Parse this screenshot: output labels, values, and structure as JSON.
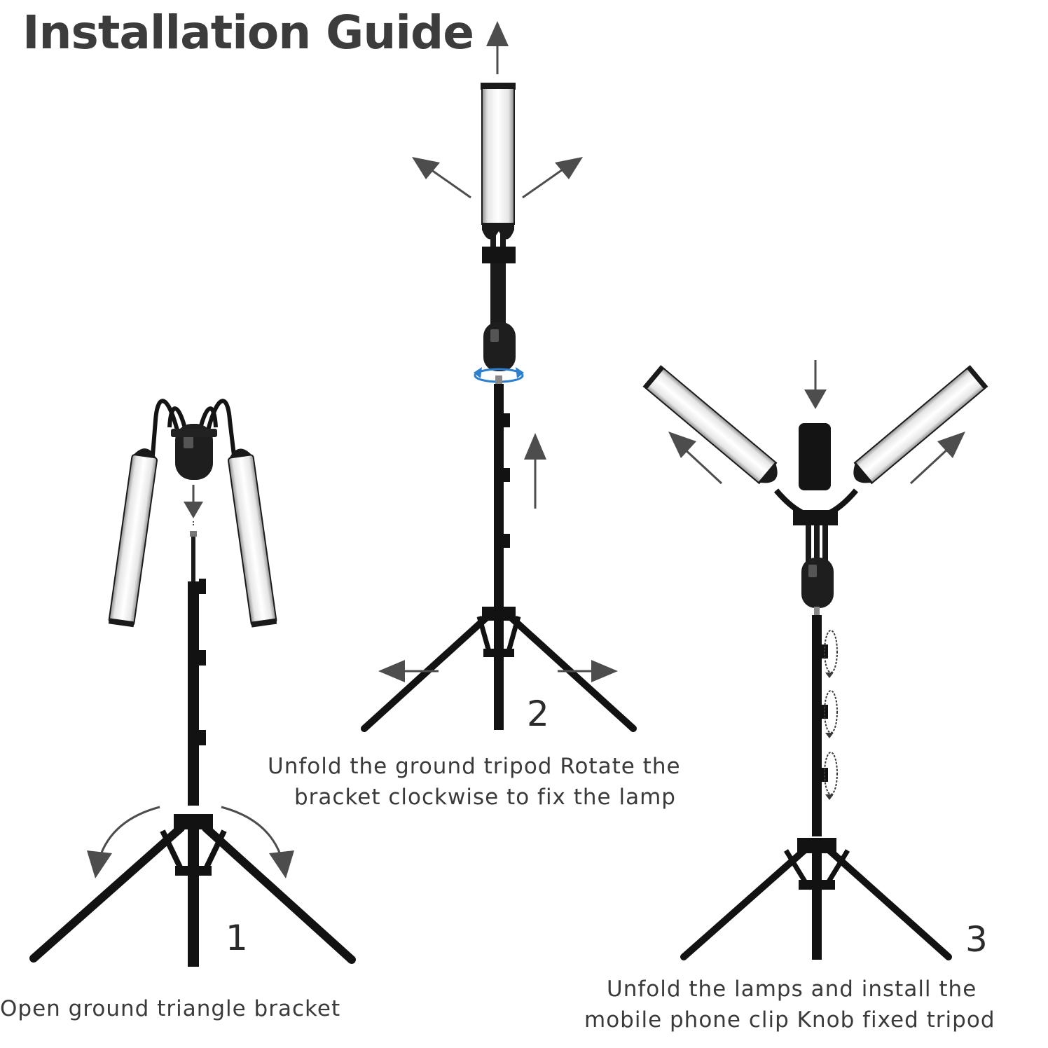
{
  "title": "Installation Guide",
  "steps": [
    {
      "number": "1",
      "caption_lines": [
        "Open ground triangle bracket"
      ]
    },
    {
      "number": "2",
      "caption_lines": [
        "Unfold the ground tripod Rotate the",
        "bracket clockwise to fix the lamp"
      ]
    },
    {
      "number": "3",
      "caption_lines": [
        "Unfold the lamps and install the",
        "mobile phone clip  Knob fixed tripod"
      ]
    }
  ],
  "colors": {
    "text": "#3a3a3a",
    "stand": "#141414",
    "arrow": "#4d4d4d",
    "tube": "#e9e9e9",
    "rotate": "#2f7fd0"
  }
}
